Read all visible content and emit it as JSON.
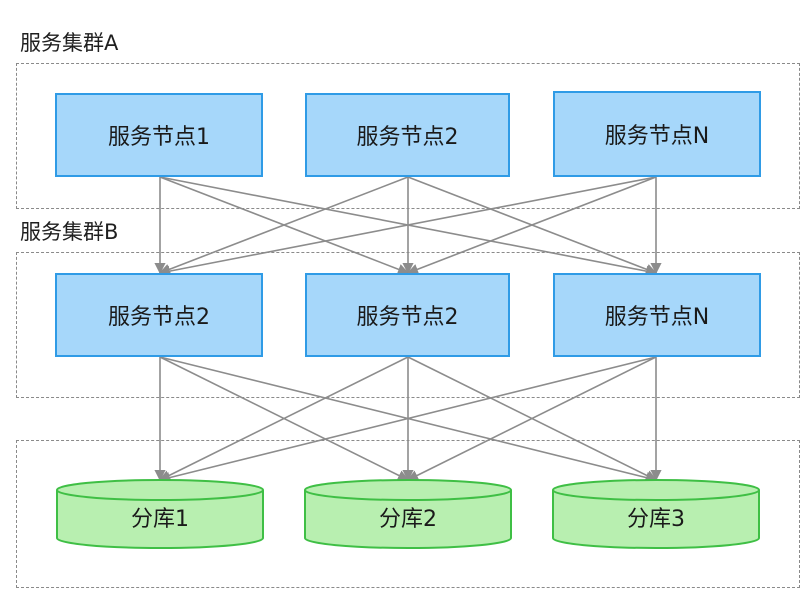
{
  "clusters": {
    "a": {
      "label": "服务集群A"
    },
    "b": {
      "label": "服务集群B"
    }
  },
  "cluster_a_nodes": [
    {
      "label": "服务节点1"
    },
    {
      "label": "服务节点2"
    },
    {
      "label": "服务节点N"
    }
  ],
  "cluster_b_nodes": [
    {
      "label": "服务节点2"
    },
    {
      "label": "服务节点2"
    },
    {
      "label": "服务节点N"
    }
  ],
  "databases": [
    {
      "label": "分库1"
    },
    {
      "label": "分库2"
    },
    {
      "label": "分库3"
    }
  ],
  "colors": {
    "node_fill": "#a6d7fa",
    "node_border": "#2f9be6",
    "db_fill": "#b8efb0",
    "db_border": "#3fbf45",
    "arrow": "#8c8c8c",
    "dashed_border": "#8a8a8a"
  }
}
